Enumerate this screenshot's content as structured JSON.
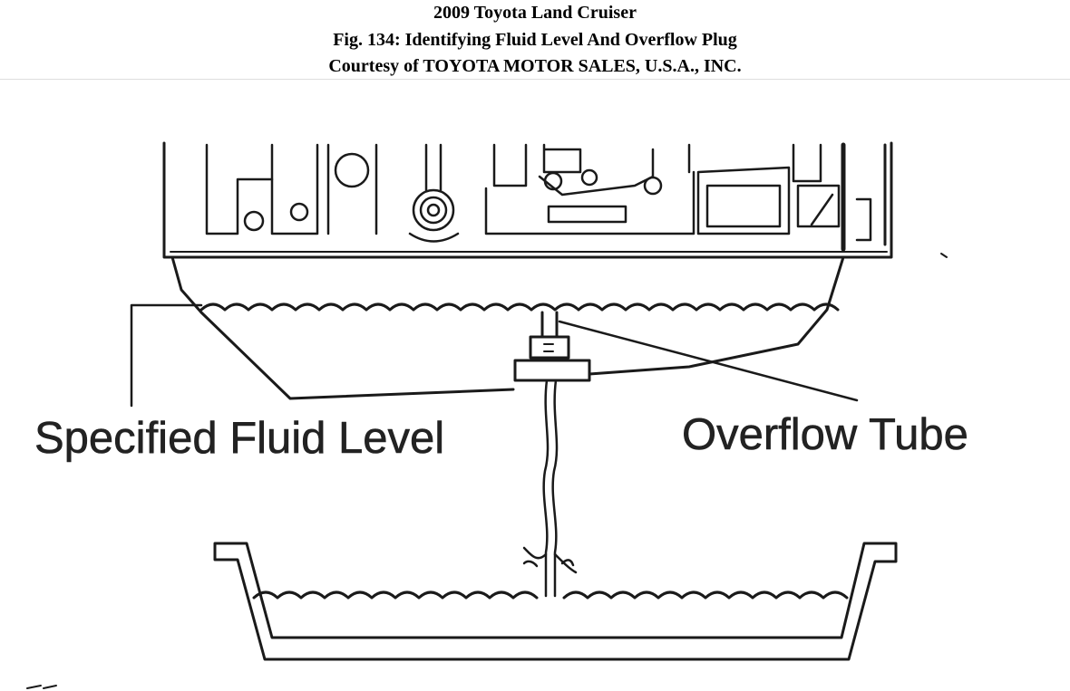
{
  "header": {
    "line1": "2009 Toyota Land Cruiser",
    "line2": "Fig. 134: Identifying Fluid Level And Overflow Plug",
    "line3": "Courtesy of TOYOTA MOTOR SALES, U.S.A., INC."
  },
  "diagram": {
    "labels": {
      "specified_fluid_level": "Specified Fluid Level",
      "overflow_tube": "Overflow Tube"
    },
    "ink_color": "#1a1a1a"
  }
}
